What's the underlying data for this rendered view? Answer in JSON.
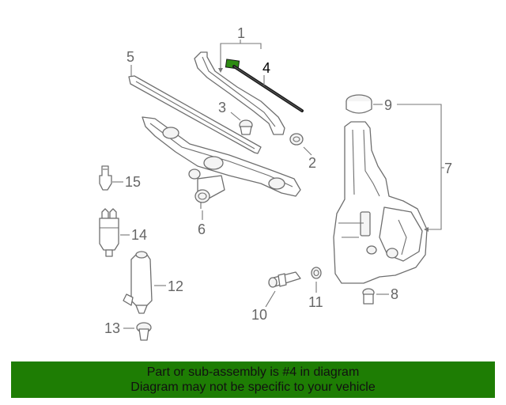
{
  "diagram": {
    "callouts": [
      "1",
      "2",
      "3",
      "4",
      "5",
      "6",
      "7",
      "8",
      "9",
      "10",
      "11",
      "12",
      "13",
      "14",
      "15"
    ],
    "highlight_color": "#2e8b12",
    "highlighted_part": "4"
  },
  "banner": {
    "line1": "Part or sub-assembly is #4 in diagram",
    "line2": "Diagram may not be specific to your vehicle",
    "background": "#1e7d04"
  }
}
